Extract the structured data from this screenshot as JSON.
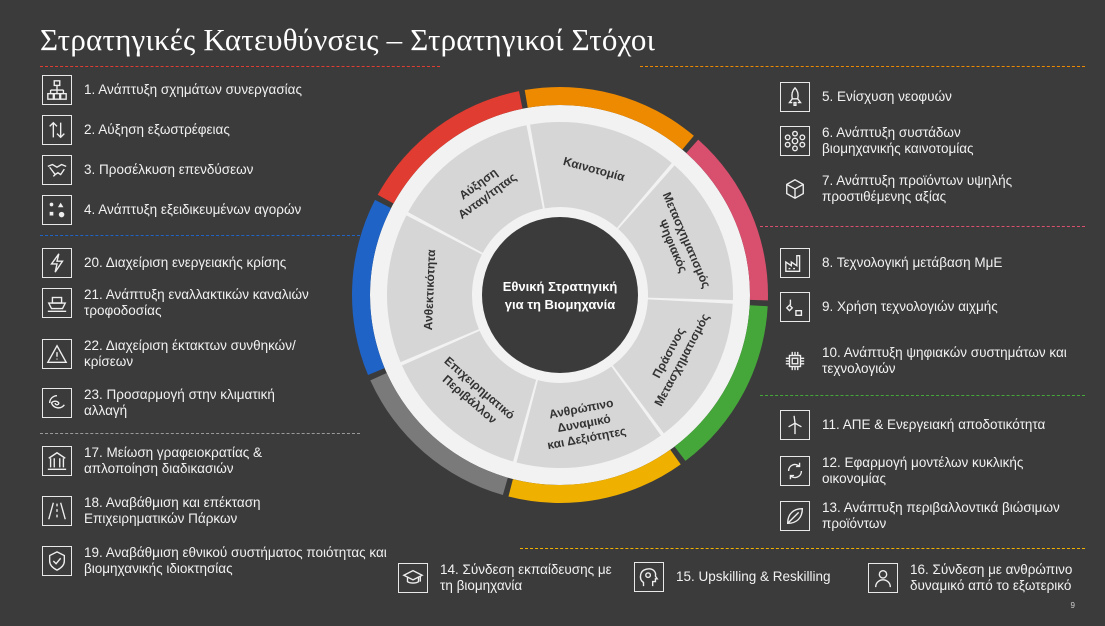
{
  "title": "Στρατηγικές Κατευθύνσεις – Στρατηγικοί Στόχοι",
  "center_text": [
    "Εθνική Στρατηγική",
    "για τη Βιομηχανία"
  ],
  "page_number": "9",
  "segments": [
    {
      "lines": [
        "Αύξηση",
        "Ανταγ/τητας"
      ],
      "color": "#e03c31"
    },
    {
      "lines": [
        "Καινοτομία"
      ],
      "color": "#ee8a00"
    },
    {
      "lines": [
        "Μετασχηματισμός",
        "Ψηφιακός"
      ],
      "color": "#d94f6e"
    },
    {
      "lines": [
        "Πράσινος",
        "Μετασχηματισμός"
      ],
      "color": "#45a73a"
    },
    {
      "lines": [
        "Ανθρώπινο",
        "Δυναμικό",
        "και Δεξιότητες"
      ],
      "color": "#f0b000"
    },
    {
      "lines": [
        "Επιχειρηματικό",
        "Περιβάλλον"
      ],
      "color": "#7a7a7a"
    },
    {
      "lines": [
        "Ανθεκτικότητα"
      ],
      "color": "#1f63c6"
    }
  ],
  "goals": {
    "g1": {
      "label": "1. Ανάπτυξη σχημάτων συνεργασίας",
      "icon": "org-chart-icon"
    },
    "g2": {
      "label": "2. Αύξηση εξωστρέφειας",
      "icon": "up-down-arrows-icon"
    },
    "g3": {
      "label": "3. Προσέλκυση επενδύσεων",
      "icon": "handshake-icon"
    },
    "g4": {
      "label": "4. Ανάπτυξη εξειδικευμένων αγορών",
      "icon": "market-shapes-icon"
    },
    "g5": {
      "label": "5. Ενίσχυση νεοφυών",
      "icon": "rocket-icon"
    },
    "g6": {
      "label": "6. Ανάπτυξη συστάδων βιομηχανικής καινοτομίας",
      "icon": "cluster-icon"
    },
    "g7": {
      "label": "7. Ανάπτυξη προϊόντων υψηλής προστιθέμενης αξίας",
      "icon": "cube-icon"
    },
    "g8": {
      "label": "8. Τεχνολογική μετάβαση ΜμΕ",
      "icon": "factory-icon"
    },
    "g9": {
      "label": "9. Χρήση τεχνολογιών αιχμής",
      "icon": "tech-shapes-icon"
    },
    "g10": {
      "label": "10. Ανάπτυξη ψηφιακών συστημάτων και τεχνολογιών",
      "icon": "chip-icon"
    },
    "g11": {
      "label": "11. ΑΠΕ & Ενεργειακή αποδοτικότητα",
      "icon": "wind-turbine-icon"
    },
    "g12": {
      "label": "12. Εφαρμογή μοντέλων κυκλικής οικονομίας",
      "icon": "circular-arrows-icon"
    },
    "g13": {
      "label": "13. Ανάπτυξη περιβαλλοντικά βιώσιμων προϊόντων",
      "icon": "leaf-icon"
    },
    "g14": {
      "label": "14. Σύνδεση εκπαίδευσης με τη βιομηχανία",
      "icon": "graduation-cap-icon"
    },
    "g15": {
      "label": "15. Upskilling & Reskilling",
      "icon": "head-gears-icon"
    },
    "g16": {
      "label": "16. Σύνδεση με ανθρώπινο δυναμικό από το εξωτερικό",
      "icon": "person-icon"
    },
    "g17": {
      "label": "17. Μείωση γραφειοκρατίας & απλοποίηση διαδικασιών",
      "icon": "government-building-icon"
    },
    "g18": {
      "label": "18. Αναβάθμιση και επέκταση Επιχειρηματικών Πάρκων",
      "icon": "road-icon"
    },
    "g19": {
      "label": "19. Αναβάθμιση εθνικού συστήματος ποιότητας και βιομηχανικής ιδιοκτησίας",
      "icon": "shield-check-icon"
    },
    "g20": {
      "label": "20. Διαχείριση ενεργειακής κρίσης",
      "icon": "lightning-icon"
    },
    "g21": {
      "label": "21. Ανάπτυξη εναλλακτικών καναλιών τροφοδοσίας",
      "icon": "cargo-ship-icon"
    },
    "g22": {
      "label": "22. Διαχείριση έκτακτων συνθηκών/ κρίσεων",
      "icon": "warning-icon"
    },
    "g23": {
      "label": "23. Προσαρμογή στην κλιματική αλλαγή",
      "icon": "hurricane-icon"
    }
  }
}
